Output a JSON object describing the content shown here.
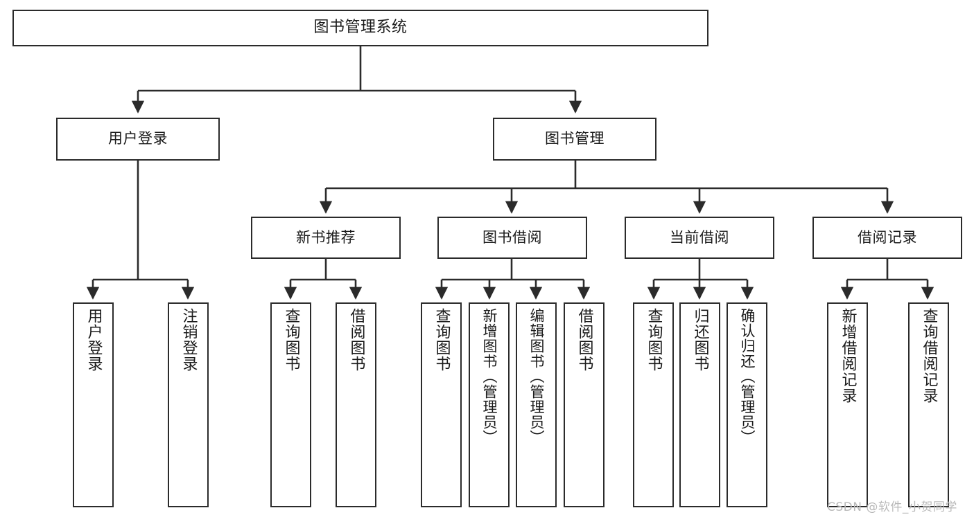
{
  "diagram": {
    "title": "图书管理系统",
    "type": "tree-hierarchy",
    "orientation": "top-down",
    "colors": {
      "box_border": "#2b2b2b",
      "box_fill": "#ffffff",
      "edge": "#2b2b2b",
      "text": "#1b1b1b",
      "watermark": "#b9b9b9"
    }
  },
  "nodes": {
    "root": {
      "label": "图书管理系统"
    },
    "level2": [
      {
        "id": "user-login",
        "label": "用户登录"
      },
      {
        "id": "book-manage",
        "label": "图书管理"
      }
    ],
    "level3": [
      {
        "id": "new-book-recommend",
        "label": "新书推荐"
      },
      {
        "id": "book-borrow",
        "label": "图书借阅"
      },
      {
        "id": "current-borrow",
        "label": "当前借阅"
      },
      {
        "id": "borrow-record",
        "label": "借阅记录"
      }
    ],
    "leaves": {
      "user-login": [
        {
          "id": "leaf-user-login",
          "label": "用户登录"
        },
        {
          "id": "leaf-logout-login",
          "label": "注销登录"
        }
      ],
      "new-book-recommend": [
        {
          "id": "leaf-query-book-1",
          "label": "查询图书"
        },
        {
          "id": "leaf-borrow-book-1",
          "label": "借阅图书"
        }
      ],
      "book-borrow": [
        {
          "id": "leaf-query-book-2",
          "label": "查询图书"
        },
        {
          "id": "leaf-add-book",
          "label": "新增图书（管理员）"
        },
        {
          "id": "leaf-edit-book",
          "label": "编辑图书（管理员）"
        },
        {
          "id": "leaf-borrow-book-2",
          "label": "借阅图书"
        }
      ],
      "current-borrow": [
        {
          "id": "leaf-query-book-3",
          "label": "查询图书"
        },
        {
          "id": "leaf-return-book",
          "label": "归还图书"
        },
        {
          "id": "leaf-confirm-return",
          "label": "确认归还（管理员）"
        }
      ],
      "borrow-record": [
        {
          "id": "leaf-add-record",
          "label": "新增借阅记录"
        },
        {
          "id": "leaf-query-record",
          "label": "查询借阅记录"
        }
      ]
    }
  },
  "watermark": {
    "text": "CSDN @软件_小贺同学"
  }
}
